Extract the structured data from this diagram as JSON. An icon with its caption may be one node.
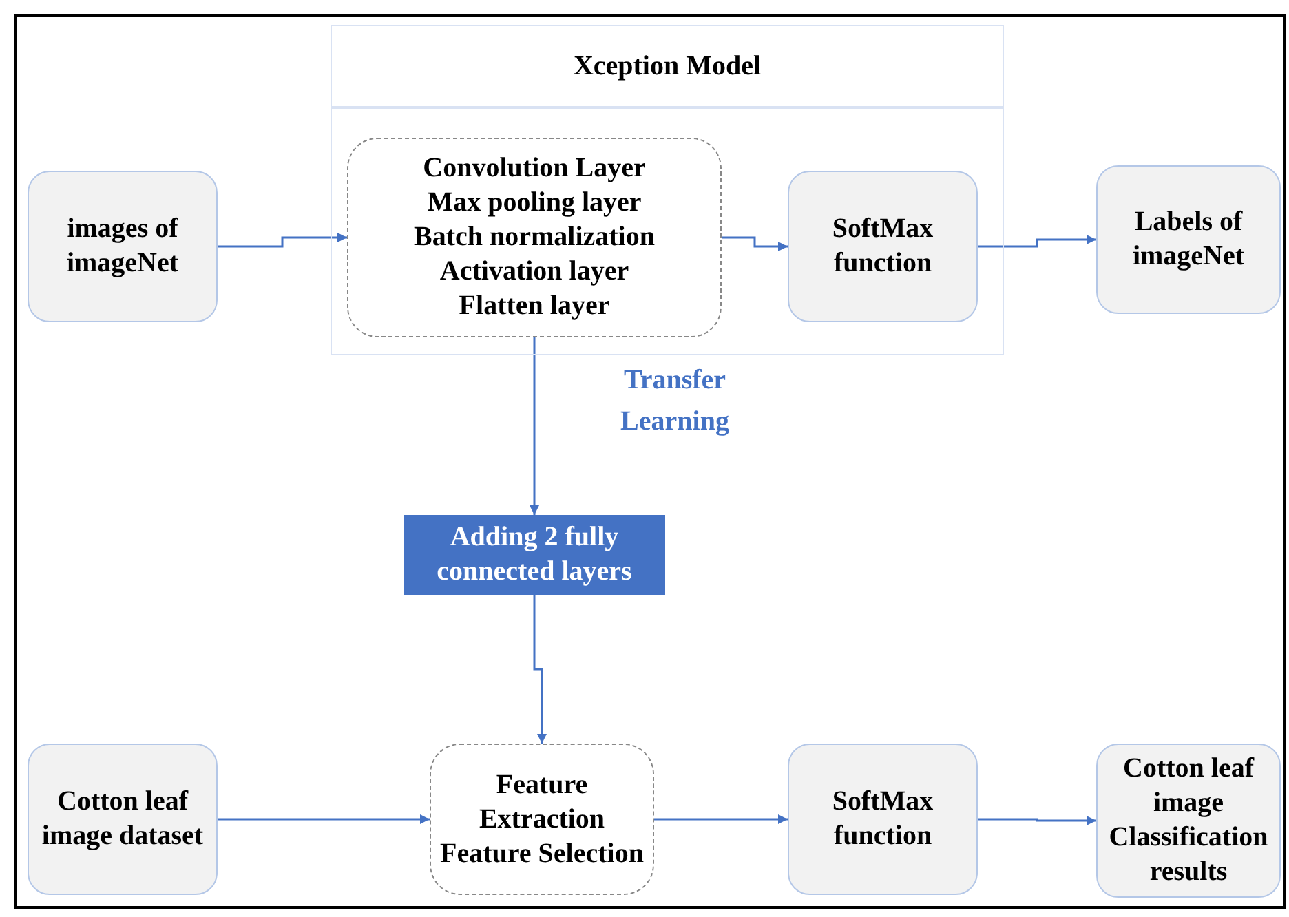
{
  "diagram": {
    "nodes": [
      {
        "text": [
          "Xception Model"
        ]
      },
      {
        "text": [
          "images of imageNet"
        ]
      },
      {
        "text": [
          "Convolution Layer",
          "Max pooling layer",
          "Batch normalization",
          "Activation layer",
          "Flatten layer"
        ],
        "in": 0
      },
      {
        "text": [
          "SoftMax function"
        ],
        "in": 0
      },
      {
        "text": [
          "Labels of imageNet"
        ]
      },
      {
        "text": [
          "Adding 2 fully connected layers"
        ]
      },
      {
        "text": [
          "Cotton leaf image dataset"
        ]
      },
      {
        "text": [
          "Feature Extraction",
          "Feature Selection"
        ]
      },
      {
        "text": [
          "SoftMax function"
        ]
      },
      {
        "text": [
          "Cotton leaf image Classification results"
        ]
      }
    ],
    "edges": [
      {
        "from": 1,
        "to": 2,
        "arrow": "to"
      },
      {
        "from": 2,
        "to": 3,
        "arrow": "to"
      },
      {
        "from": 3,
        "to": 4,
        "arrow": "to"
      },
      {
        "from": 2,
        "to": 5,
        "arrow": "to",
        "label": "Transfer Learning"
      },
      {
        "from": 5,
        "to": 7,
        "arrow": "to"
      },
      {
        "from": 6,
        "to": 7,
        "arrow": "to"
      },
      {
        "from": 7,
        "to": 8,
        "arrow": "to"
      },
      {
        "from": 8,
        "to": 9,
        "arrow": "to"
      }
    ]
  }
}
